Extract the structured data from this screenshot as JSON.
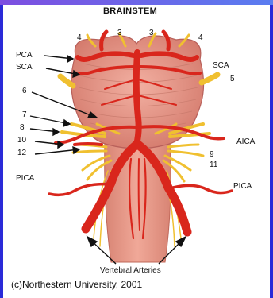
{
  "title": "BRAINSTEM",
  "labels": {
    "cn4_left": "4",
    "cn3_left": "3",
    "cn3_right": "3",
    "cn4_right": "4",
    "pca": "PCA",
    "sca_left": "SCA",
    "sca_right": "SCA",
    "cn5": "5",
    "cn6": "6",
    "cn7": "7",
    "cn8": "8",
    "aica": "AICA",
    "cn10": "10",
    "cn9": "9",
    "cn12": "12",
    "cn11": "11",
    "pica_left": "PICA",
    "pica_right": "PICA",
    "vertebral": "Vertebral Arteries"
  },
  "caption": "(c)Northestern University, 2001",
  "colors": {
    "artery": "#d9261c",
    "artery_dark": "#a8140f",
    "nerve": "#f0c030",
    "brain": "#e8988a",
    "brain_dark": "#c96e62",
    "frame": "#2a2ad8"
  }
}
